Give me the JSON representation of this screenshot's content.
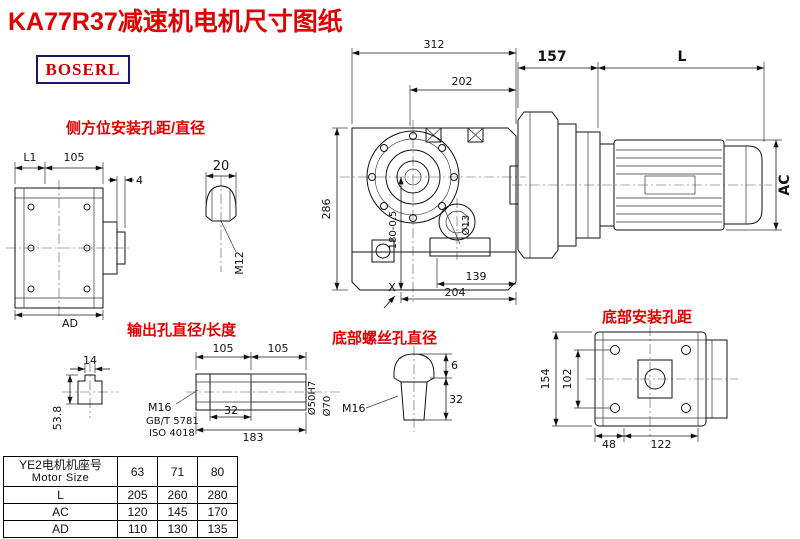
{
  "page": {
    "title": "KA77R37减速机电机尺寸图纸",
    "logo": "BOSERL"
  },
  "labels": {
    "side_mount": "侧方位安装孔距/直径",
    "output_hole": "输出孔直径/长度",
    "bottom_screw": "底部螺丝孔直径",
    "bottom_mount": "底部安装孔距"
  },
  "main_view": {
    "width_total": "312",
    "width_inner": "202",
    "height_total": "286",
    "height_center": "180-0.5",
    "hole_dia": "Ø13",
    "bottom_len1": "139",
    "bottom_len2": "204",
    "datum": "X"
  },
  "motor_view": {
    "gearbox_len": "157",
    "motor_len": "L",
    "motor_dia": "AC"
  },
  "left_view": {
    "dim_l1": "L1",
    "dim_105": "105",
    "dim_4": "4",
    "dim_ad": "AD"
  },
  "side_mount_detail": {
    "dim_20": "20",
    "thread": "M12"
  },
  "output_detail": {
    "key_width": "14",
    "key_height": "53.8",
    "thread": "M16",
    "std_gb": "GB/T 5781",
    "std_iso": "ISO 4018",
    "len_a": "105",
    "len_b": "105",
    "len_c": "32",
    "len_total": "183",
    "bore_dia": "Ø50H7",
    "shaft_dia": "Ø70"
  },
  "bottom_screw_detail": {
    "thread": "M16",
    "dim_6": "6",
    "dim_32": "32"
  },
  "bottom_view": {
    "height_total": "154",
    "hole_spacing_v": "102",
    "dim_48": "48",
    "dim_122": "122"
  },
  "table": {
    "header_cn": "YE2电机机座号",
    "header_en": "Motor Size",
    "sizes": [
      "63",
      "71",
      "80"
    ],
    "rows": [
      {
        "label": "L",
        "values": [
          "205",
          "260",
          "280"
        ]
      },
      {
        "label": "AC",
        "values": [
          "120",
          "145",
          "170"
        ]
      },
      {
        "label": "AD",
        "values": [
          "110",
          "130",
          "135"
        ]
      }
    ]
  }
}
